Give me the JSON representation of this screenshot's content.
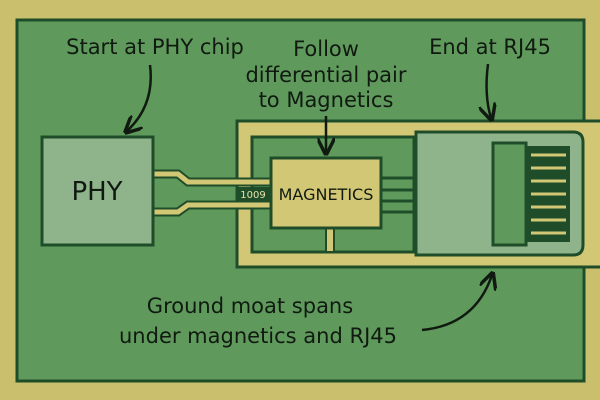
{
  "labels": {
    "start": "Start at PHY chip",
    "follow": [
      "Follow",
      "differential pair",
      "to Magnetics"
    ],
    "end": "End at RJ45",
    "moat": [
      "Ground moat spans",
      "under magnetics and RJ45"
    ]
  },
  "components": {
    "phy": "PHY",
    "magnetics": "MAGNETICS",
    "resistor": "1009"
  },
  "colors": {
    "board": "#5f9a5c",
    "copper": "#d2c775",
    "outline": "#1f4d2a",
    "chip": "#8fb38a",
    "text": "#101a10"
  }
}
